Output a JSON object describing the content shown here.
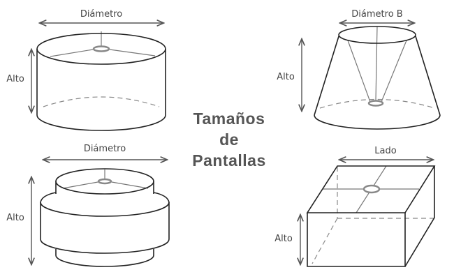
{
  "title": {
    "line1": "Tamaños",
    "line2": "de",
    "line3": "Pantallas"
  },
  "shapes": {
    "drum": {
      "width_label": "Diámetro",
      "height_label": "Alto"
    },
    "cone": {
      "width_label": "Diámetro B",
      "height_label": "Alto"
    },
    "double_drum": {
      "width_label": "Diámetro",
      "height_label": "Alto"
    },
    "box": {
      "width_label": "Lado",
      "height_label": "Alto"
    }
  }
}
